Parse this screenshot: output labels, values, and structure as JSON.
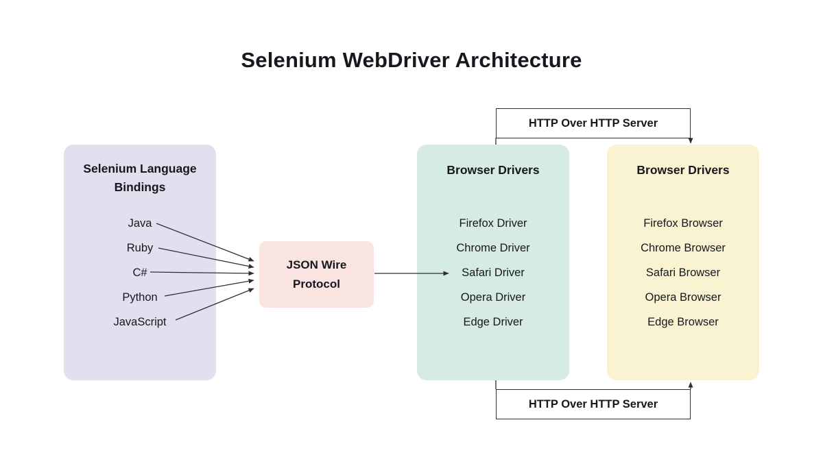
{
  "title": "Selenium WebDriver Architecture",
  "bindings": {
    "heading": "Selenium Language Bindings",
    "items": [
      "Java",
      "Ruby",
      "C#",
      "Python",
      "JavaScript"
    ]
  },
  "protocol": {
    "line1": "JSON Wire",
    "line2": "Protocol"
  },
  "drivers": {
    "heading": "Browser Drivers",
    "items": [
      "Firefox Driver",
      "Chrome Driver",
      "Safari Driver",
      "Opera Driver",
      "Edge Driver"
    ]
  },
  "browsers": {
    "heading": "Browser Drivers",
    "items": [
      "Firefox Browser",
      "Chrome Browser",
      "Safari Browser",
      "Opera Browser",
      "Edge Browser"
    ]
  },
  "connectors": {
    "top_label": "HTTP Over HTTP Server",
    "bottom_label": "HTTP Over HTTP Server"
  },
  "colors": {
    "bindings_bg": "#e3dfee",
    "protocol_bg": "#f9e4e2",
    "drivers_bg": "#d6ebe3",
    "browsers_bg": "#faf3d2",
    "line": "#2f2f2f",
    "text": "#16181d"
  }
}
